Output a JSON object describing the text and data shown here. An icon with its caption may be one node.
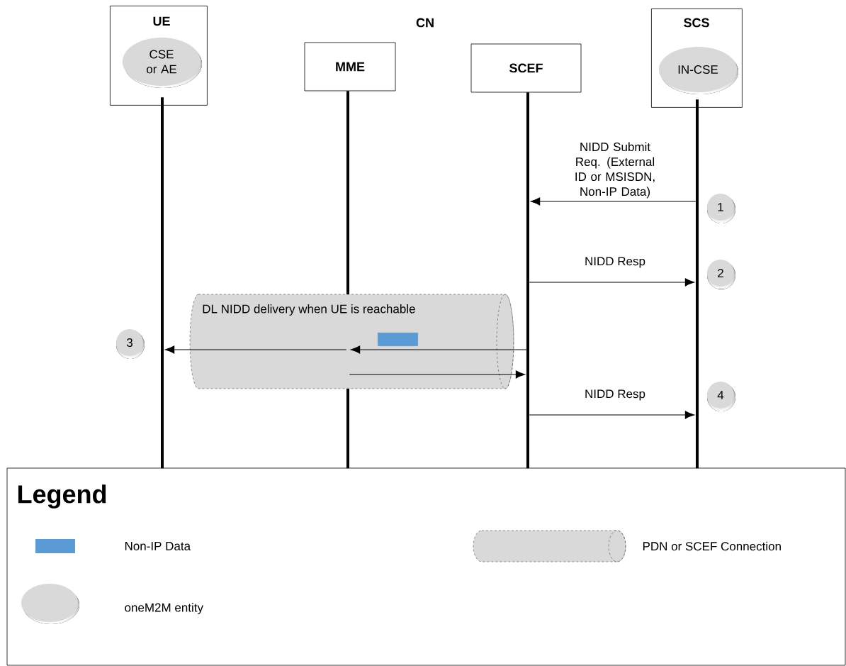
{
  "diagram": {
    "nodes": [
      {
        "text": [
          "UE"
        ]
      },
      {
        "text": [
          "CSE or AE"
        ],
        "in": 0
      },
      {
        "text": [
          "MME"
        ]
      },
      {
        "text": [
          "SCEF"
        ]
      },
      {
        "text": [
          "SCS"
        ]
      },
      {
        "text": [
          "IN-CSE"
        ],
        "in": 4
      },
      {
        "text": [],
        "shape": "bar"
      },
      {
        "text": [],
        "shape": "bar"
      },
      {
        "text": [],
        "shape": "bar"
      },
      {
        "text": [],
        "shape": "bar"
      },
      {
        "text": [
          "DL NIDD delivery when UE is reachable"
        ]
      },
      {
        "text": [
          "1"
        ]
      },
      {
        "text": [
          "2"
        ]
      },
      {
        "text": [
          "3"
        ]
      },
      {
        "text": [
          "4"
        ]
      },
      {
        "text": [],
        "shape": "box",
        "in": 10
      }
    ],
    "edges": [
      {
        "from": 9,
        "to": 8,
        "arrow": "to",
        "label": "NIDD Submit Req. (External ID or MSISDN, Non-IP Data)"
      },
      {
        "from": 8,
        "to": 9,
        "arrow": "to",
        "label": "NIDD Resp"
      },
      {
        "from": 8,
        "to": 7,
        "arrow": "to"
      },
      {
        "from": 7,
        "to": 6,
        "arrow": "to"
      },
      {
        "from": 7,
        "to": 8,
        "arrow": "to"
      },
      {
        "from": 8,
        "to": 9,
        "arrow": "to",
        "label": "NIDD Resp"
      }
    ],
    "labels": [
      "CN",
      "Legend"
    ],
    "legend": [
      {
        "text": "Non-IP Data",
        "color": "#5b9bd5"
      },
      {
        "text": "PDN or SCEF Connection"
      },
      {
        "text": "oneM2M entity"
      }
    ]
  }
}
